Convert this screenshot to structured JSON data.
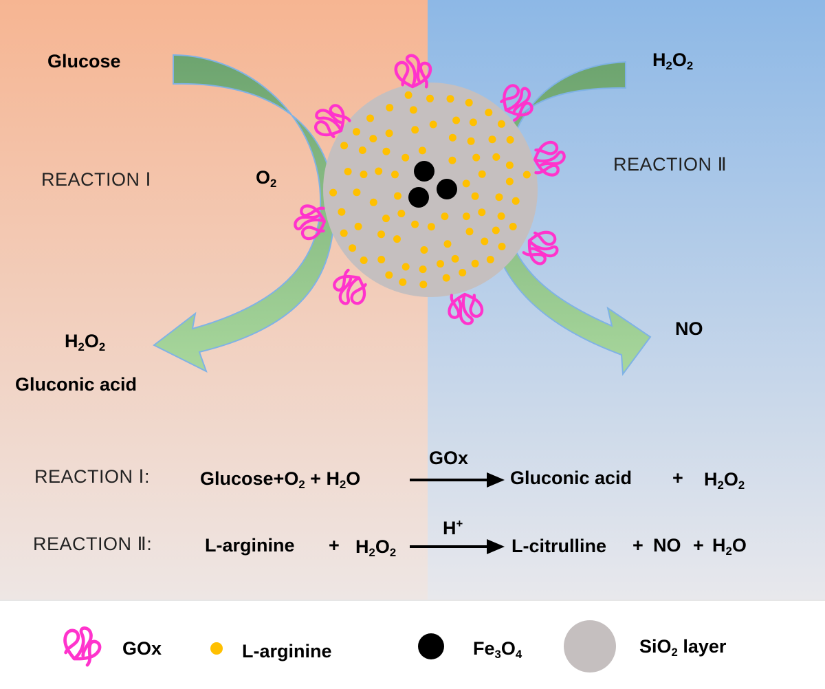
{
  "diagram": {
    "left_panel": {
      "glucose": "Glucose",
      "reaction_label": "REACTION Ⅰ",
      "o2": {
        "base": "O",
        "sub": "2"
      },
      "product_h2o2": {
        "a": "H",
        "s1": "2",
        "b": "O",
        "s2": "2"
      },
      "product_acid": "Gluconic acid"
    },
    "right_panel": {
      "h2o2": {
        "a": "H",
        "s1": "2",
        "b": "O",
        "s2": "2"
      },
      "reaction_label": "REACTION Ⅱ",
      "product_no": "NO"
    },
    "equations": {
      "r1": {
        "label": "REACTION Ⅰ:",
        "lhs_glucose": "Glucose",
        "plus": "+",
        "o2_base": "O",
        "o2_sub": "2",
        "h2o_a": "H",
        "h2o_sub": "2",
        "h2o_b": "O",
        "catalyst": "GOx",
        "rhs_acid": "Gluconic acid",
        "rhs_h2o2": {
          "a": "H",
          "s1": "2",
          "b": "O",
          "s2": "2"
        }
      },
      "r2": {
        "label": "REACTION Ⅱ:",
        "lhs_arg": "L-arginine",
        "plus": "+",
        "h2o2": {
          "a": "H",
          "s1": "2",
          "b": "O",
          "s2": "2"
        },
        "catalyst_base": "H",
        "catalyst_sup": "+",
        "rhs_cit": "L-citrulline",
        "rhs_no": "NO",
        "rhs_h2o": {
          "a": "H",
          "s": "2",
          "b": "O"
        }
      }
    },
    "legend": {
      "gox": "GOx",
      "larg": "L-arginine",
      "fe3o4": {
        "a": "Fe",
        "s1": "3",
        "b": "O",
        "s2": "4"
      },
      "sio2": {
        "a": "SiO",
        "s": "2",
        "b": " layer"
      }
    },
    "colors": {
      "left_top": "#F6B592",
      "left_bottom": "#F2E3DE",
      "right_top": "#8DB8E6",
      "right_bottom": "#E4E6EC",
      "arrow_fill": "#8DC68D",
      "arrow_stroke": "#7FB2E5",
      "sphere": "#C5BFBF",
      "dot": "#FFC000",
      "gox": "#FF33CC",
      "core": "#000000"
    }
  }
}
